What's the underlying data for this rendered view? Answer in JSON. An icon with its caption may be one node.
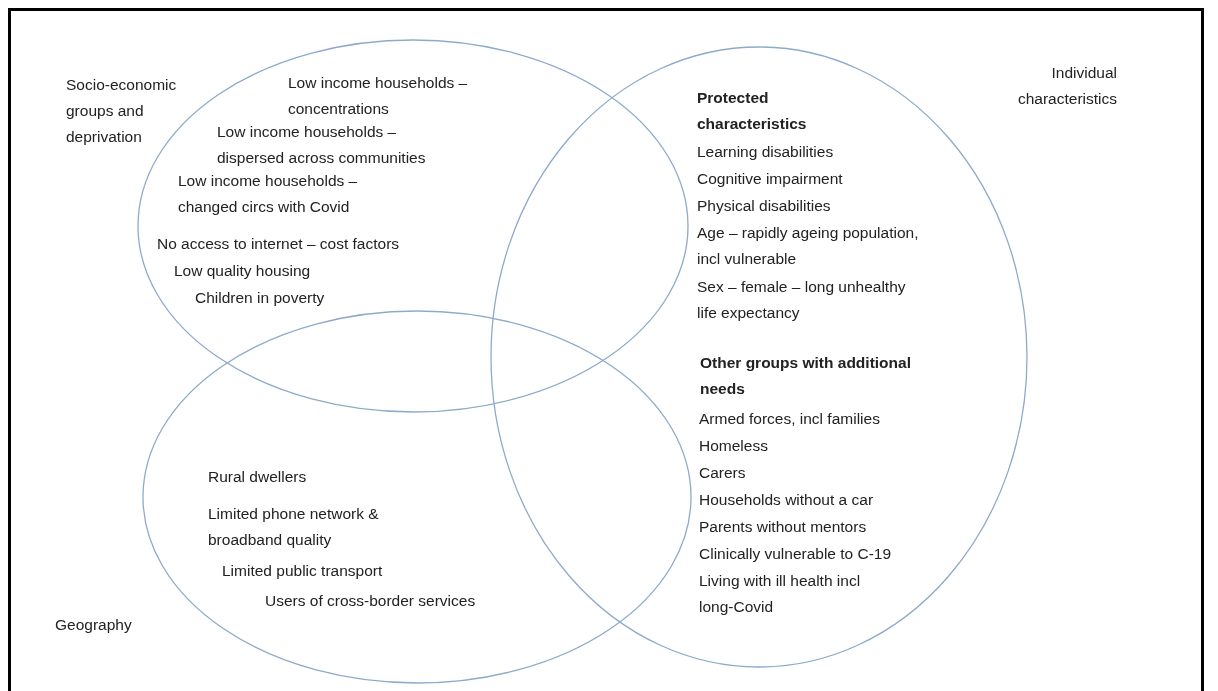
{
  "diagram": {
    "nodes": [
      {
        "text": [
          "Socio-economic groups and deprivation",
          "Low income households – concentrations",
          "Low income households – dispersed across communities",
          "Low income households – changed circs with Covid",
          "No access to internet – cost factors",
          "Low quality housing",
          "Children in poverty"
        ]
      },
      {
        "text": [
          "Individual characteristics",
          "Protected characteristics",
          "Learning disabilities",
          "Cognitive impairment",
          "Physical disabilities",
          "Age – rapidly ageing population, incl vulnerable",
          "Sex – female – long unhealthy life expectancy",
          "Other groups with additional needs",
          "Armed forces,  incl families",
          "Homeless",
          "Carers",
          "Households without a car",
          "Parents without mentors",
          "Clinically vulnerable to C-19",
          "Living with ill health incl long-Covid"
        ]
      },
      {
        "text": [
          "Geography",
          "Rural dwellers",
          "Limited phone network & broadband quality",
          "Limited public transport",
          "Users of cross-border services"
        ]
      }
    ],
    "edges": []
  }
}
